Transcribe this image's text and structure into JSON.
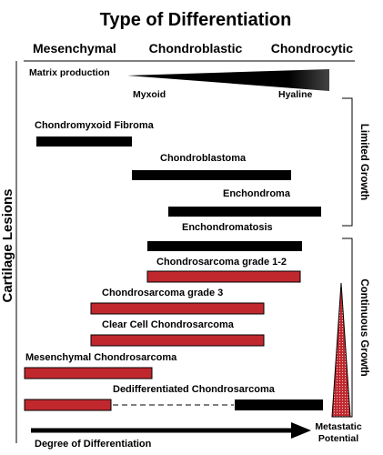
{
  "title": "Type of Differentiation",
  "columns": [
    "Mesenchymal",
    "Chondroblastic",
    "Chondrocytic"
  ],
  "matrix": {
    "label": "Matrix production",
    "start_label": "Myxoid",
    "end_label": "Hyaline"
  },
  "y_axis_label": "Cartilage Lesions",
  "x_axis_label": "Degree of Differentiation",
  "bracket_labels": {
    "limited": "Limited Growth",
    "continuous": "Continuous Growth"
  },
  "metastatic_label": [
    "Metastatic",
    "Potential"
  ],
  "lesions": [
    "Chondromyxoid Fibroma",
    "Chondroblastoma",
    "Enchondroma",
    "Enchondromatosis",
    "Chondrosarcoma grade 1-2",
    "Chondrosarcoma grade 3",
    "Clear Cell Chondrosarcoma",
    "Mesenchymal Chondrosarcoma",
    "Dedifferentiated Chondrosarcoma"
  ],
  "colors": {
    "benign_bar": "#000000",
    "malignant_bar": "#c0282e",
    "bar_outline": "#000000",
    "background": "#ffffff"
  },
  "icons": {
    "matrix_wedge": "black-triangle-wedge",
    "metastatic_wedge": "red-stippled-triangle",
    "axis_arrow": "arrow-right"
  }
}
